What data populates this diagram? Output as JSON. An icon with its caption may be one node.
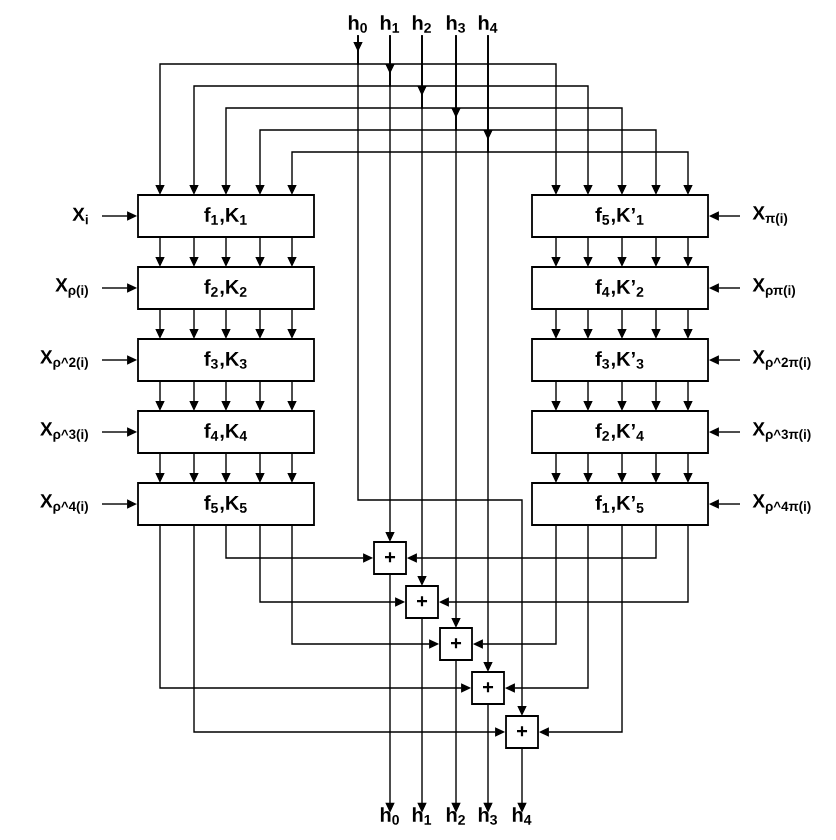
{
  "diagram": {
    "nodes": [
      {
        "text": [
          "h$_{0}$"
        ]
      },
      {
        "text": [
          "h$_{1}$"
        ]
      },
      {
        "text": [
          "h$_{2}$"
        ]
      },
      {
        "text": [
          "h$_{3}$"
        ]
      },
      {
        "text": [
          "h$_{4}$"
        ]
      },
      {
        "text": [
          "X$_{i}$"
        ]
      },
      {
        "text": [
          "f$_{1}$,K$_{1}$"
        ]
      },
      {
        "text": [
          "f$_{5}$,K’$_{1}$"
        ]
      },
      {
        "text": [
          "X$_{π(i)}$"
        ]
      },
      {
        "text": [
          "X$_{ρ(i)}$"
        ]
      },
      {
        "text": [
          "f$_{2}$,K$_{2}$"
        ]
      },
      {
        "text": [
          "f$_{4}$,K’$_{2}$"
        ]
      },
      {
        "text": [
          "X$_{ρπ(i)}$"
        ]
      },
      {
        "text": [
          "X$_{ρ^2(i)}$"
        ]
      },
      {
        "text": [
          "f$_{3}$,K$_{3}$"
        ]
      },
      {
        "text": [
          "f$_{3}$,K’$_{3}$"
        ]
      },
      {
        "text": [
          "X$_{ρ^2π(i)}$"
        ]
      },
      {
        "text": [
          "X$_{ρ^3(i)}$"
        ]
      },
      {
        "text": [
          "f$_{4}$,K$_{4}$"
        ]
      },
      {
        "text": [
          "f$_{2}$,K’$_{4}$"
        ]
      },
      {
        "text": [
          "X$_{ρ^3π(i)}$"
        ]
      },
      {
        "text": [
          "X$_{ρ^4(i)}$"
        ]
      },
      {
        "text": [
          "f$_{5}$,K$_{5}$"
        ]
      },
      {
        "text": [
          "f$_{1}$,K’$_{5}$"
        ]
      },
      {
        "text": [
          "X$_{ρ^4π(i)}$"
        ]
      },
      {
        "text": [
          "+"
        ]
      },
      {
        "text": [
          "+"
        ]
      },
      {
        "text": [
          "+"
        ]
      },
      {
        "text": [
          "+"
        ]
      },
      {
        "text": [
          "+"
        ]
      },
      {
        "text": [
          "h$_{0}$"
        ]
      },
      {
        "text": [
          "h$_{1}$"
        ]
      },
      {
        "text": [
          "h$_{2}$"
        ]
      },
      {
        "text": [
          "h$_{3}$"
        ]
      },
      {
        "text": [
          "h$_{4}$"
        ]
      }
    ],
    "edges": [
      {
        "from": 0,
        "to": 6,
        "arrow": "to"
      },
      {
        "from": 0,
        "to": 7,
        "arrow": "to"
      },
      {
        "from": 0,
        "to": 29,
        "arrow": "to"
      },
      {
        "from": 1,
        "to": 6,
        "arrow": "to"
      },
      {
        "from": 1,
        "to": 7,
        "arrow": "to"
      },
      {
        "from": 1,
        "to": 25,
        "arrow": "to"
      },
      {
        "from": 2,
        "to": 6,
        "arrow": "to"
      },
      {
        "from": 2,
        "to": 7,
        "arrow": "to"
      },
      {
        "from": 2,
        "to": 26,
        "arrow": "to"
      },
      {
        "from": 3,
        "to": 6,
        "arrow": "to"
      },
      {
        "from": 3,
        "to": 7,
        "arrow": "to"
      },
      {
        "from": 3,
        "to": 27,
        "arrow": "to"
      },
      {
        "from": 4,
        "to": 6,
        "arrow": "to"
      },
      {
        "from": 4,
        "to": 7,
        "arrow": "to"
      },
      {
        "from": 4,
        "to": 28,
        "arrow": "to"
      },
      {
        "from": 5,
        "to": 6,
        "arrow": "to"
      },
      {
        "from": 8,
        "to": 7,
        "arrow": "to"
      },
      {
        "from": 9,
        "to": 10,
        "arrow": "to"
      },
      {
        "from": 12,
        "to": 11,
        "arrow": "to"
      },
      {
        "from": 13,
        "to": 14,
        "arrow": "to"
      },
      {
        "from": 16,
        "to": 15,
        "arrow": "to"
      },
      {
        "from": 17,
        "to": 18,
        "arrow": "to"
      },
      {
        "from": 20,
        "to": 19,
        "arrow": "to"
      },
      {
        "from": 21,
        "to": 22,
        "arrow": "to"
      },
      {
        "from": 24,
        "to": 23,
        "arrow": "to"
      },
      {
        "from": 6,
        "to": 10,
        "arrow": "to"
      },
      {
        "from": 6,
        "to": 10,
        "arrow": "to"
      },
      {
        "from": 6,
        "to": 10,
        "arrow": "to"
      },
      {
        "from": 6,
        "to": 10,
        "arrow": "to"
      },
      {
        "from": 6,
        "to": 10,
        "arrow": "to"
      },
      {
        "from": 10,
        "to": 14,
        "arrow": "to"
      },
      {
        "from": 10,
        "to": 14,
        "arrow": "to"
      },
      {
        "from": 10,
        "to": 14,
        "arrow": "to"
      },
      {
        "from": 10,
        "to": 14,
        "arrow": "to"
      },
      {
        "from": 10,
        "to": 14,
        "arrow": "to"
      },
      {
        "from": 14,
        "to": 18,
        "arrow": "to"
      },
      {
        "from": 14,
        "to": 18,
        "arrow": "to"
      },
      {
        "from": 14,
        "to": 18,
        "arrow": "to"
      },
      {
        "from": 14,
        "to": 18,
        "arrow": "to"
      },
      {
        "from": 14,
        "to": 18,
        "arrow": "to"
      },
      {
        "from": 18,
        "to": 22,
        "arrow": "to"
      },
      {
        "from": 18,
        "to": 22,
        "arrow": "to"
      },
      {
        "from": 18,
        "to": 22,
        "arrow": "to"
      },
      {
        "from": 18,
        "to": 22,
        "arrow": "to"
      },
      {
        "from": 18,
        "to": 22,
        "arrow": "to"
      },
      {
        "from": 7,
        "to": 11,
        "arrow": "to"
      },
      {
        "from": 7,
        "to": 11,
        "arrow": "to"
      },
      {
        "from": 7,
        "to": 11,
        "arrow": "to"
      },
      {
        "from": 7,
        "to": 11,
        "arrow": "to"
      },
      {
        "from": 7,
        "to": 11,
        "arrow": "to"
      },
      {
        "from": 11,
        "to": 15,
        "arrow": "to"
      },
      {
        "from": 11,
        "to": 15,
        "arrow": "to"
      },
      {
        "from": 11,
        "to": 15,
        "arrow": "to"
      },
      {
        "from": 11,
        "to": 15,
        "arrow": "to"
      },
      {
        "from": 11,
        "to": 15,
        "arrow": "to"
      },
      {
        "from": 15,
        "to": 19,
        "arrow": "to"
      },
      {
        "from": 15,
        "to": 19,
        "arrow": "to"
      },
      {
        "from": 15,
        "to": 19,
        "arrow": "to"
      },
      {
        "from": 15,
        "to": 19,
        "arrow": "to"
      },
      {
        "from": 15,
        "to": 19,
        "arrow": "to"
      },
      {
        "from": 19,
        "to": 23,
        "arrow": "to"
      },
      {
        "from": 19,
        "to": 23,
        "arrow": "to"
      },
      {
        "from": 19,
        "to": 23,
        "arrow": "to"
      },
      {
        "from": 19,
        "to": 23,
        "arrow": "to"
      },
      {
        "from": 19,
        "to": 23,
        "arrow": "to"
      },
      {
        "from": 22,
        "to": 25,
        "arrow": "to"
      },
      {
        "from": 22,
        "to": 26,
        "arrow": "to"
      },
      {
        "from": 22,
        "to": 27,
        "arrow": "to"
      },
      {
        "from": 22,
        "to": 28,
        "arrow": "to"
      },
      {
        "from": 22,
        "to": 29,
        "arrow": "to"
      },
      {
        "from": 23,
        "to": 25,
        "arrow": "to"
      },
      {
        "from": 23,
        "to": 26,
        "arrow": "to"
      },
      {
        "from": 23,
        "to": 27,
        "arrow": "to"
      },
      {
        "from": 23,
        "to": 28,
        "arrow": "to"
      },
      {
        "from": 23,
        "to": 29,
        "arrow": "to"
      },
      {
        "from": 25,
        "to": 30,
        "arrow": "to"
      },
      {
        "from": 26,
        "to": 31,
        "arrow": "to"
      },
      {
        "from": 27,
        "to": 32,
        "arrow": "to"
      },
      {
        "from": 28,
        "to": 33,
        "arrow": "to"
      },
      {
        "from": 29,
        "to": 34,
        "arrow": "to"
      }
    ]
  }
}
